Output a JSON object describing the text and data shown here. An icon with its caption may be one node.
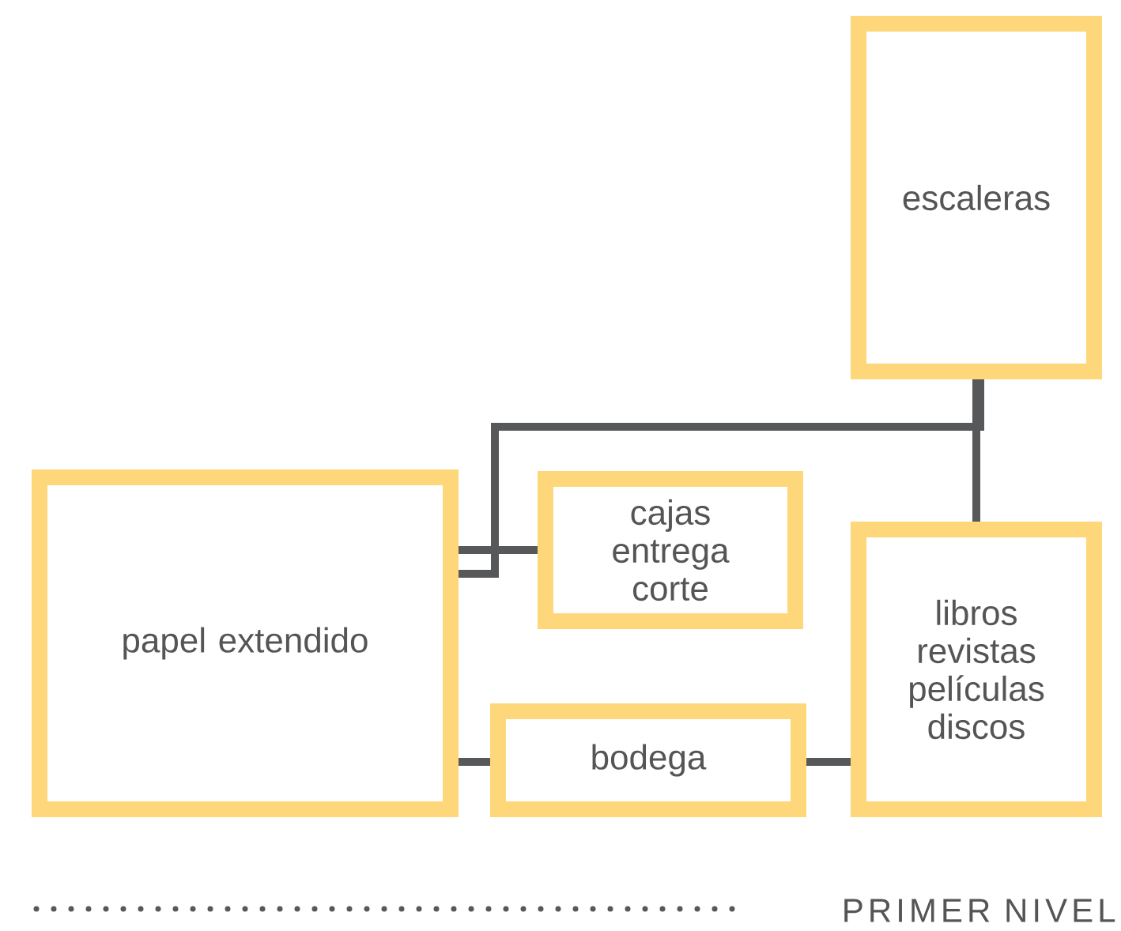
{
  "diagram": {
    "nodes": [
      {
        "text": [
          "escaleras"
        ]
      },
      {
        "text": [
          "papel extendido"
        ]
      },
      {
        "text": [
          "cajas entrega corte"
        ]
      },
      {
        "text": [
          "libros revistas películas discos"
        ]
      },
      {
        "text": [
          "bodega"
        ]
      }
    ],
    "edges": [
      {
        "from": 0,
        "to": 3,
        "arrow": "none"
      },
      {
        "from": 1,
        "to": 2,
        "arrow": "none"
      },
      {
        "from": 1,
        "to": 0,
        "arrow": "none"
      },
      {
        "from": 1,
        "to": 4,
        "arrow": "none"
      },
      {
        "from": 4,
        "to": 3,
        "arrow": "none"
      }
    ],
    "labels": [
      "PRIMER NIVEL"
    ]
  }
}
